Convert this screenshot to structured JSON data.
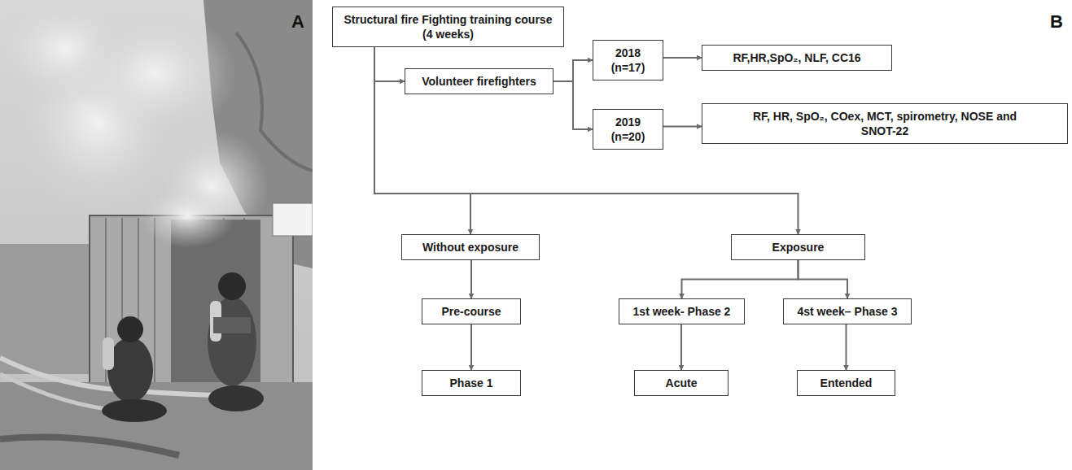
{
  "diagram": {
    "nodes": [
      {
        "text": [
          "Structural fire Fighting training course (4 weeks)"
        ]
      },
      {
        "text": [
          "Volunteer firefighters"
        ]
      },
      {
        "text": [
          "2018 (n=17)"
        ]
      },
      {
        "text": [
          "RF,HR,SpO₂, NLF, CC16"
        ]
      },
      {
        "text": [
          "2019 (n=20)"
        ]
      },
      {
        "text": [
          "RF, HR, SpO₂, COex, MCT, spirometry, NOSE and SNOT-22"
        ]
      },
      {
        "text": [
          "Without exposure"
        ]
      },
      {
        "text": [
          "Exposure"
        ]
      },
      {
        "text": [
          "Pre-course"
        ]
      },
      {
        "text": [
          "1st week- Phase 2"
        ]
      },
      {
        "text": [
          "4st week– Phase 3"
        ]
      },
      {
        "text": [
          "Phase 1"
        ]
      },
      {
        "text": [
          "Acute"
        ]
      },
      {
        "text": [
          "Entended"
        ]
      }
    ],
    "edges": [
      {
        "from": 0,
        "to": 1,
        "arrow": "to"
      },
      {
        "from": 0,
        "to": 6,
        "arrow": "to"
      },
      {
        "from": 0,
        "to": 7,
        "arrow": "to"
      },
      {
        "from": 1,
        "to": 2,
        "arrow": "to"
      },
      {
        "from": 1,
        "to": 4,
        "arrow": "to"
      },
      {
        "from": 2,
        "to": 3,
        "arrow": "to"
      },
      {
        "from": 4,
        "to": 5,
        "arrow": "to"
      },
      {
        "from": 6,
        "to": 8,
        "arrow": "to"
      },
      {
        "from": 8,
        "to": 11,
        "arrow": "to"
      },
      {
        "from": 7,
        "to": 9,
        "arrow": "to"
      },
      {
        "from": 7,
        "to": 10,
        "arrow": "to"
      },
      {
        "from": 9,
        "to": 12,
        "arrow": "to"
      },
      {
        "from": 10,
        "to": 13,
        "arrow": "to"
      }
    ],
    "labels": [
      "A",
      "B"
    ]
  }
}
